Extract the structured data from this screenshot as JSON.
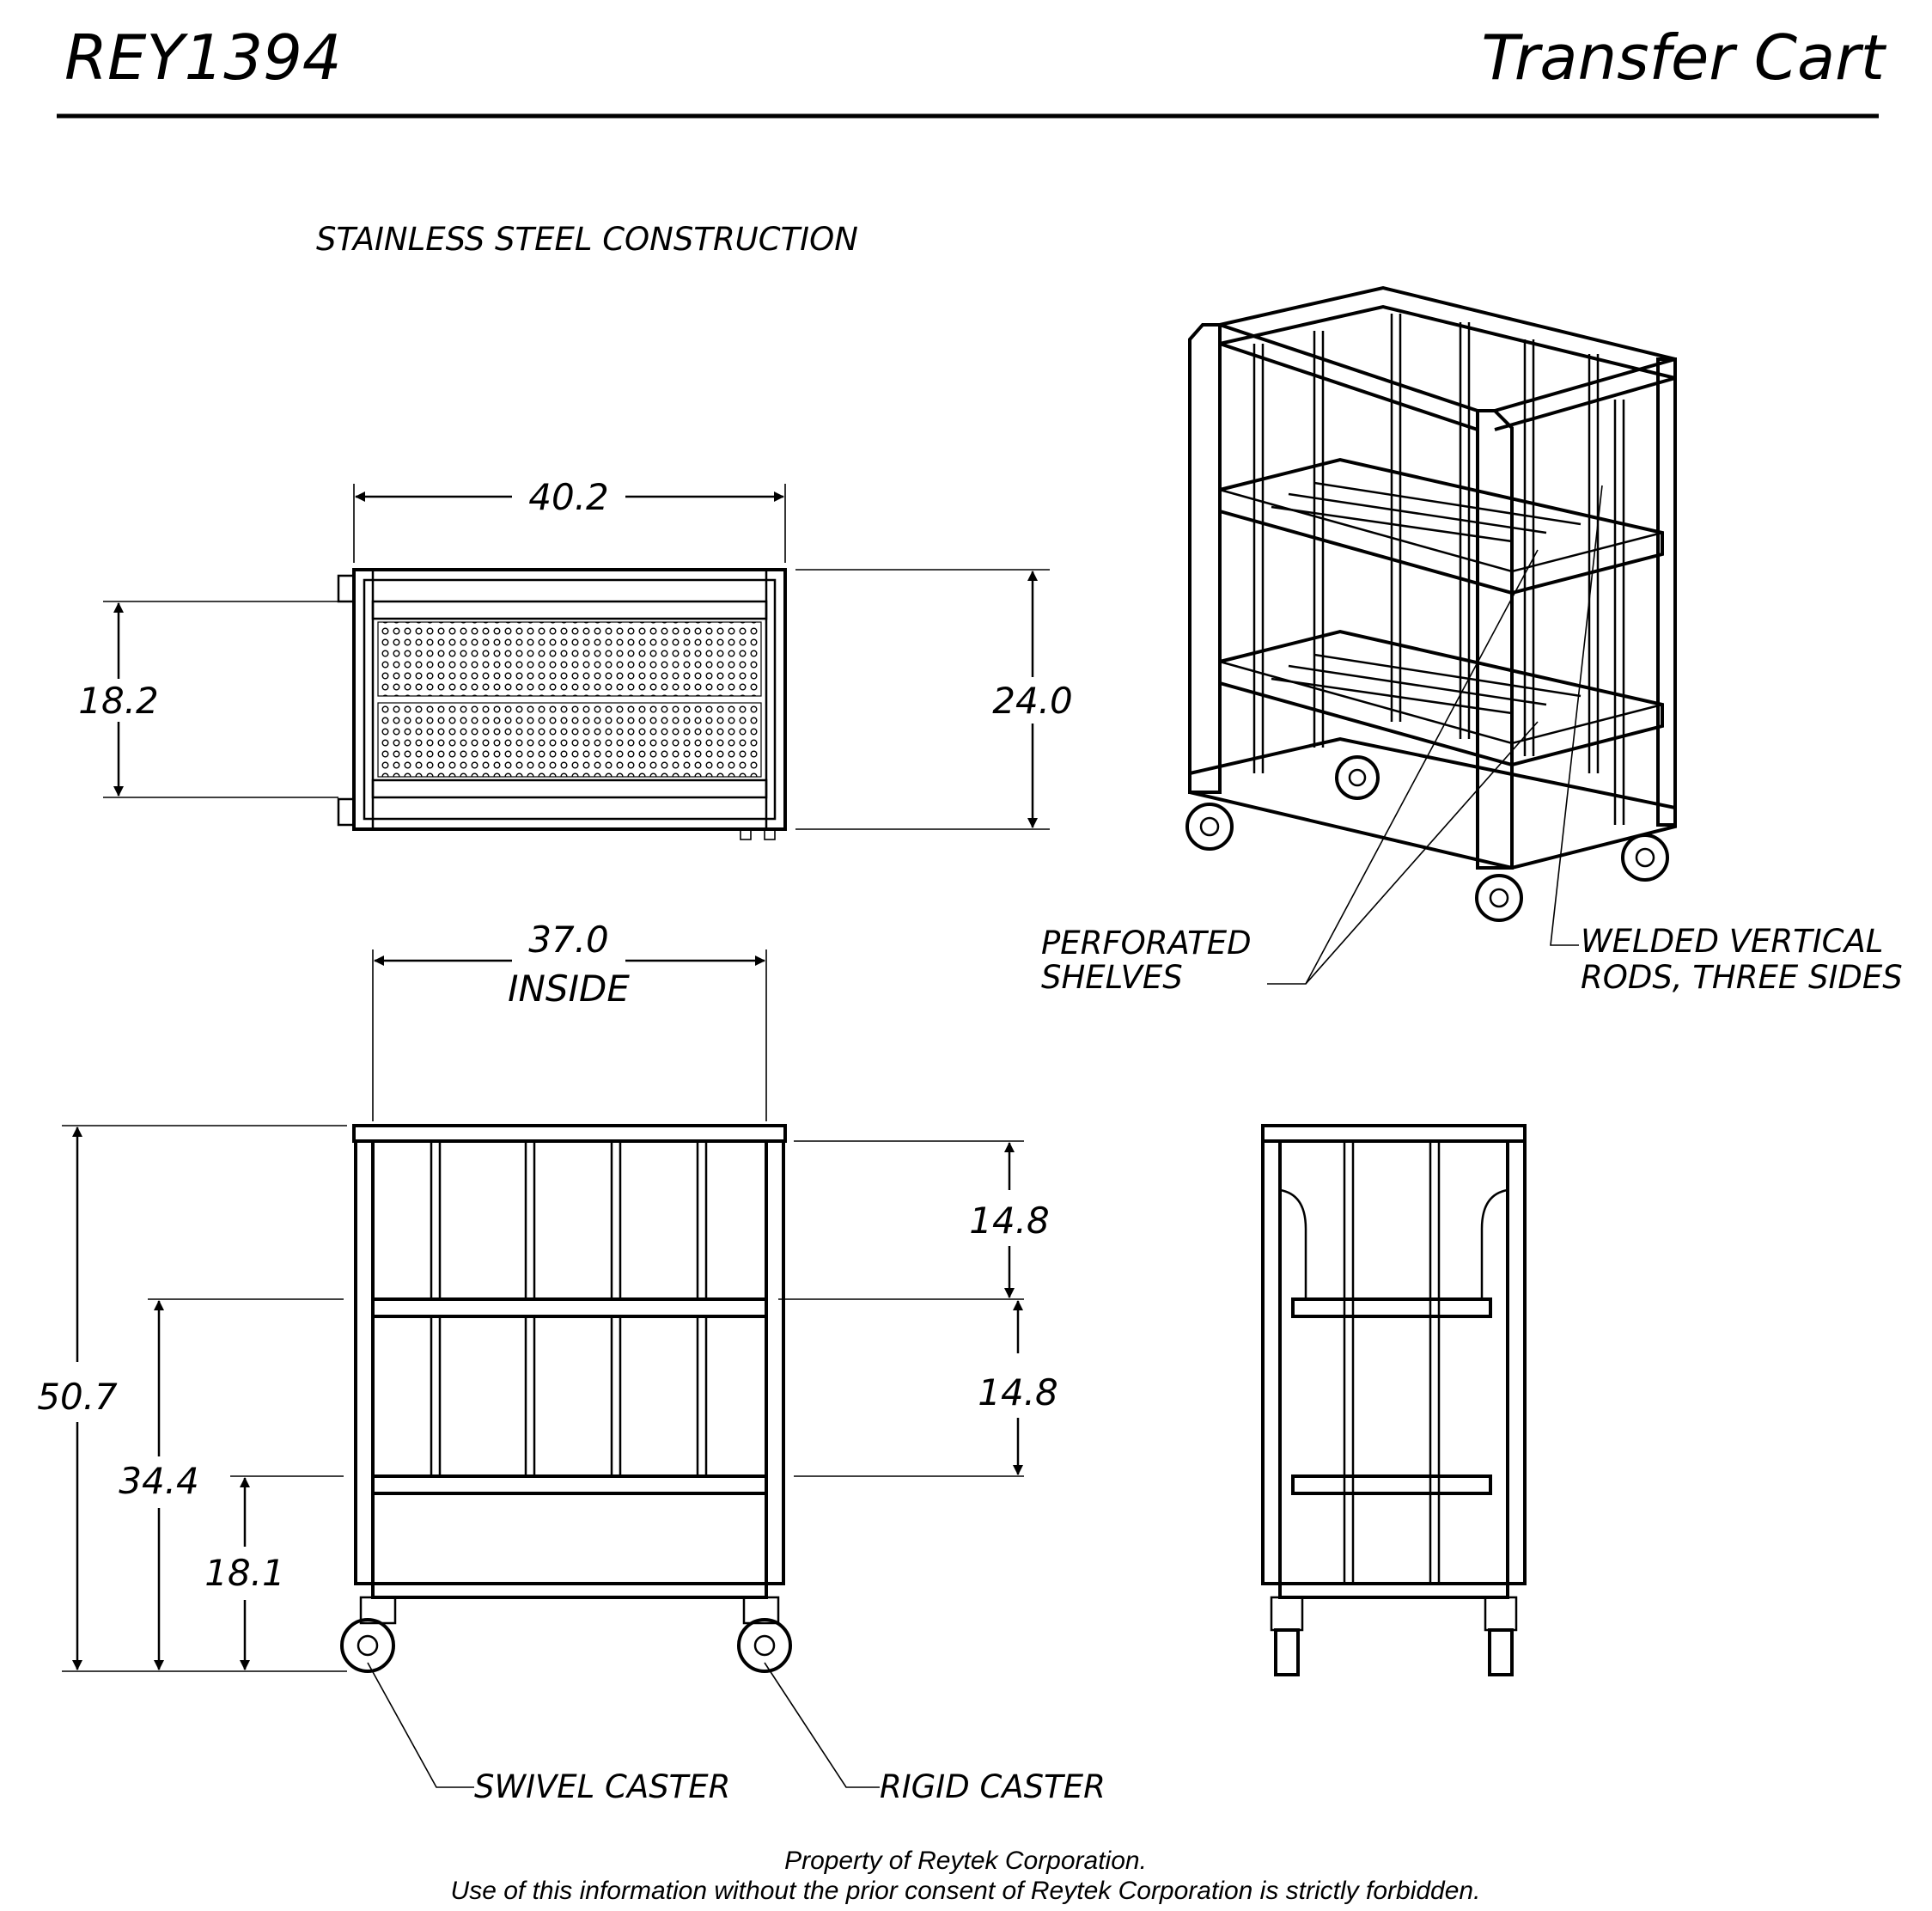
{
  "header": {
    "part_number": "REY1394",
    "product_name": "Transfer Cart"
  },
  "notes": {
    "material": "STAINLESS STEEL CONSTRUCTION"
  },
  "callouts": {
    "shelves_line1": "PERFORATED",
    "shelves_line2": "SHELVES",
    "rods_line1": "WELDED VERTICAL",
    "rods_line2": "RODS, THREE SIDES",
    "swivel": "SWIVEL CASTER",
    "rigid": "RIGID CASTER"
  },
  "dimensions": {
    "top_width": "40.2",
    "top_depth_inner": "18.2",
    "top_depth_overall": "24.0",
    "inside_width": "37.0",
    "inside_label": "INSIDE",
    "overall_height": "50.7",
    "upper_shelf_height": "34.4",
    "lower_shelf_height": "18.1",
    "top_clearance": "14.8",
    "middle_clearance": "14.8"
  },
  "footer": {
    "line1": "Property of Reytek Corporation.",
    "line2": "Use of this information without the prior consent of Reytek Corporation is strictly forbidden."
  }
}
